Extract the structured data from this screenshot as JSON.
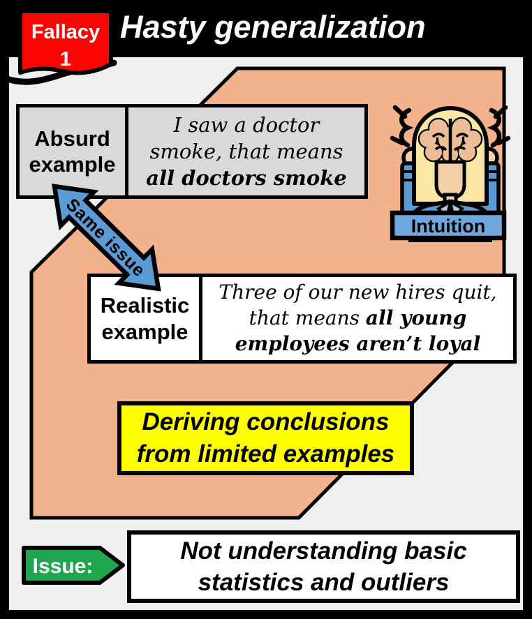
{
  "header": {
    "title": "Hasty generalization",
    "badge": {
      "line1": "Fallacy",
      "line2": "1"
    }
  },
  "absurd_example": {
    "label_line1": "Absurd",
    "label_line2": "example",
    "quote_line1": "I saw a doctor",
    "quote_line2": "smoke, that means",
    "quote_line3_bold": "all doctors smoke"
  },
  "same_issue_arrow": {
    "label": "Same issue"
  },
  "intuition": {
    "label": "Intuition"
  },
  "realistic_example": {
    "label_line1": "Realistic",
    "label_line2": "example",
    "quote_line1": "Three of our new hires quit,",
    "quote_line2_normal": "that means",
    "quote_line2_bold": "all young",
    "quote_line3_bold": "employees aren’t loyal"
  },
  "conclusion_highlight": {
    "line1": "Deriving conclusions",
    "line2": "from limited examples"
  },
  "issue": {
    "label": "Issue:",
    "line1": "Not understanding basic",
    "line2": "statistics and outliers"
  },
  "icons": {
    "fallacy_badge": "red-ribbon-badge",
    "intuition_figure": "person-with-brain-raised-arms",
    "stress_marks": "emphasis-lines",
    "same_issue": "double-headed-diagonal-arrow",
    "issue_tag": "right-pointing-tag"
  },
  "colors": {
    "background": "#EFEFED",
    "frame_black": "#000000",
    "badge_red": "#FE0505",
    "panel_orange": "#F2B38C",
    "box_gray": "#D9D9D9",
    "arrow_blue": "#5B9BD5",
    "intuition_blue": "#6FA8DC",
    "highlight_yellow": "#FFFF00",
    "issue_green": "#1FA750",
    "skin_tan": "#F2CFA6",
    "hair_blond": "#FAE7A4",
    "brain_tan": "#EDBD98"
  }
}
